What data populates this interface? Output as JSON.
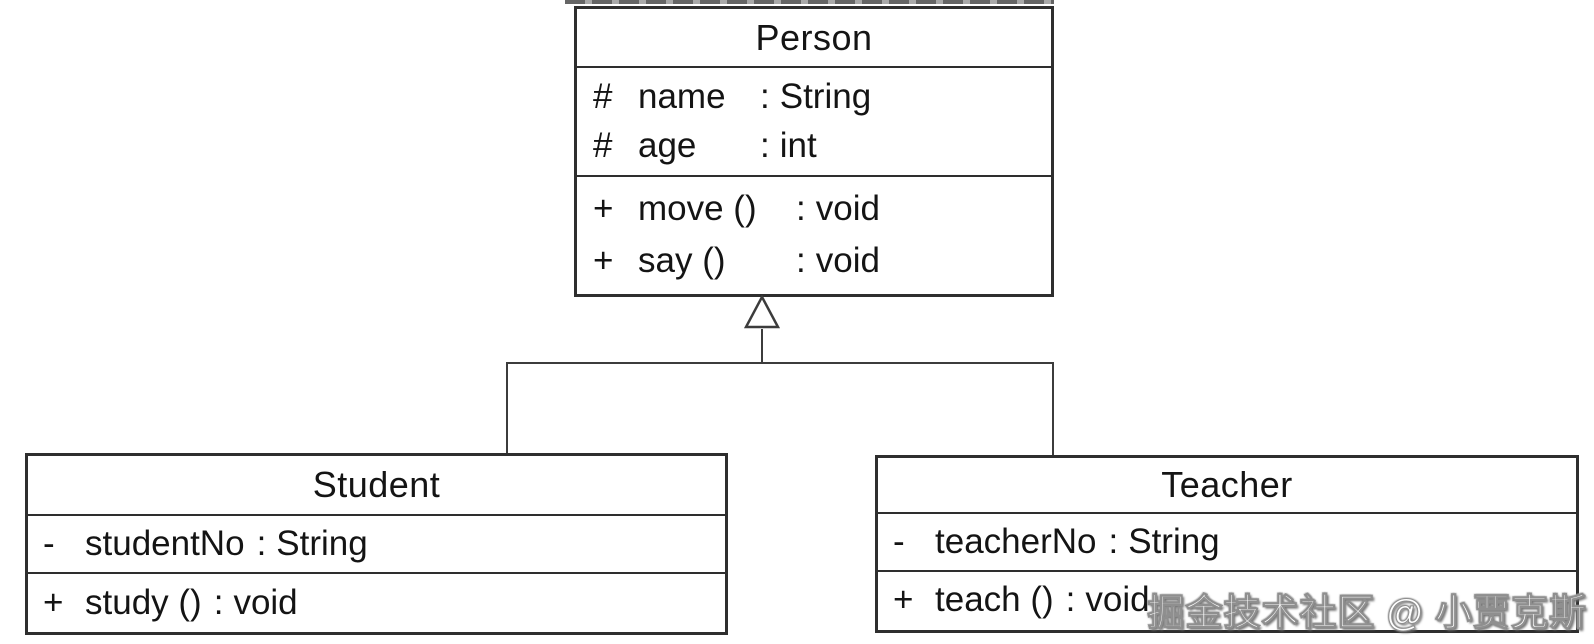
{
  "colors": {
    "background": "#ffffff",
    "box_border": "#2e2e2e",
    "text": "#141414",
    "connector_line": "#3c3c3c",
    "watermark_fill": "#ffffff",
    "watermark_outline": "#8f8f8f"
  },
  "diagram": {
    "kind": "uml-class-diagram",
    "classes": [
      {
        "name": "Person",
        "attributes": [
          {
            "visibility": "#",
            "name": "name",
            "separator": ":",
            "type": "String"
          },
          {
            "visibility": "#",
            "name": "age",
            "separator": ":",
            "type": "int"
          }
        ],
        "methods": [
          {
            "visibility": "+",
            "name": "move ()",
            "separator": ":",
            "type": "void"
          },
          {
            "visibility": "+",
            "name": "say ()",
            "separator": ":",
            "type": "void"
          }
        ]
      },
      {
        "name": "Student",
        "attributes": [
          {
            "visibility": "-",
            "name": "studentNo",
            "separator": ":",
            "type": "String"
          }
        ],
        "methods": [
          {
            "visibility": "+",
            "name": "study ()",
            "separator": ":",
            "type": "void"
          }
        ]
      },
      {
        "name": "Teacher",
        "attributes": [
          {
            "visibility": "-",
            "name": "teacherNo",
            "separator": ":",
            "type": "String"
          }
        ],
        "methods": [
          {
            "visibility": "+",
            "name": "teach ()",
            "separator": ":",
            "type": "void"
          }
        ]
      }
    ],
    "relationships": [
      {
        "type": "generalization",
        "from": "Student",
        "to": "Person"
      },
      {
        "type": "generalization",
        "from": "Teacher",
        "to": "Person"
      }
    ]
  },
  "watermark": {
    "text": "掘金技术社区 @ 小贾克斯"
  }
}
